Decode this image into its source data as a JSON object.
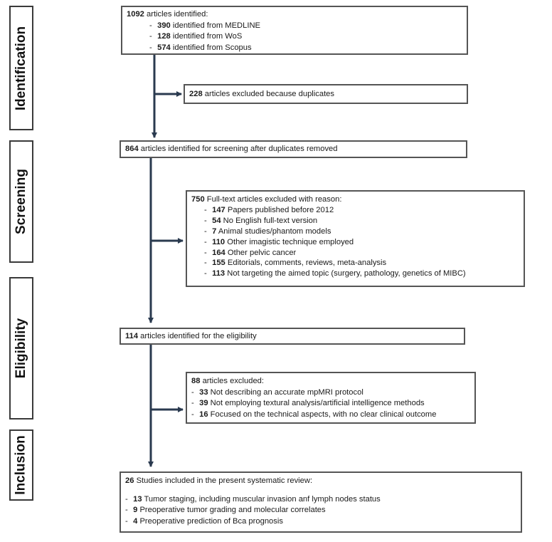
{
  "phases": {
    "identification": "Identification",
    "screening": "Screening",
    "eligibility": "Eligibility",
    "inclusion": "Inclusion"
  },
  "identified": {
    "count": "1092",
    "text": "articles identified:",
    "items": [
      {
        "count": "390",
        "text": "identified from MEDLINE"
      },
      {
        "count": "128",
        "text": "identified from WoS"
      },
      {
        "count": "574",
        "text": "identified from Scopus"
      }
    ]
  },
  "duplicates": {
    "count": "228",
    "text": "articles excluded because duplicates"
  },
  "screening": {
    "count": "864",
    "text": "articles identified  for screening after duplicates removed"
  },
  "fulltext_excluded": {
    "count": "750",
    "text": "Full-text articles excluded with reason:",
    "items": [
      {
        "count": "147",
        "text": "Papers published before 2012"
      },
      {
        "count": "54",
        "text": "No English full-text version"
      },
      {
        "count": "7",
        "text": "Animal studies/phantom models"
      },
      {
        "count": "110",
        "text": "Other imagistic technique employed"
      },
      {
        "count": "164",
        "text": "Other pelvic cancer"
      },
      {
        "count": "155",
        "text": "Editorials, comments, reviews, meta-analysis"
      },
      {
        "count": "113",
        "text": "Not targeting the aimed topic (surgery, pathology, genetics of MIBC)"
      }
    ]
  },
  "eligibility": {
    "count": "114",
    "text": "articles identified for the eligibility"
  },
  "excluded": {
    "count": "88",
    "text": "articles excluded:",
    "items": [
      {
        "count": "33",
        "text": "Not describing an accurate mpMRI protocol"
      },
      {
        "count": "39",
        "text": "Not employing textural analysis/artificial intelligence methods"
      },
      {
        "count": "16",
        "text": "Focused on the technical aspects, with no clear clinical outcome"
      }
    ]
  },
  "included": {
    "count": "26",
    "text": "Studies included in the present systematic review:",
    "items": [
      {
        "count": "13",
        "text": "Tumor staging, including muscular invasion anf lymph nodes status"
      },
      {
        "count": "9",
        "text": "Preoperative tumor grading and molecular correlates"
      },
      {
        "count": "4",
        "text": "Preoperative prediction of Bca prognosis"
      }
    ]
  },
  "colors": {
    "arrow": "#2a3a4f",
    "box_border": "#555555",
    "phase_border": "#3a3a3a"
  }
}
